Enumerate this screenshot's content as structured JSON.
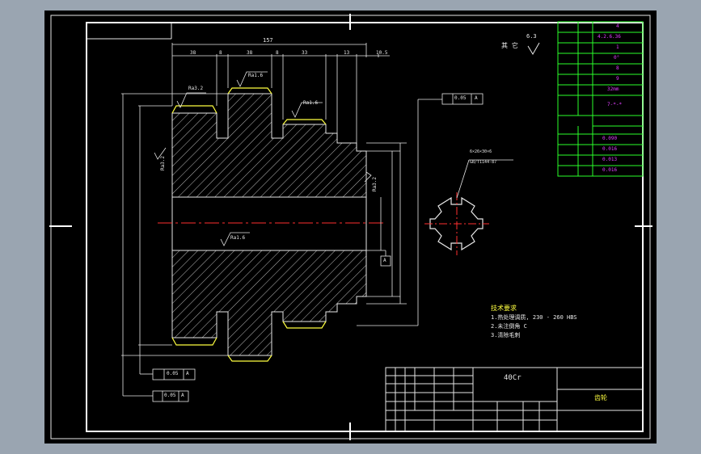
{
  "roughness_note": {
    "label": "其 它",
    "value": "6.3"
  },
  "title_block": {
    "part_name": "齿轮",
    "material": "40Cr"
  },
  "tech_req": {
    "title": "技术要求",
    "lines": [
      "1.热处理调质, 230 - 260 HBS",
      "2.未注倒角 C",
      "3.清除毛刺"
    ]
  },
  "params": {
    "module": "4",
    "teeth": "4.2.6.36",
    "rows": [
      "1",
      "0°",
      "8",
      "9",
      "32mm",
      "7-*-*"
    ],
    "deviations": [
      "0.090",
      "0.016",
      "0.013",
      "0.016"
    ]
  },
  "dims": {
    "overall": "157",
    "seg1": "38",
    "seg2": "8",
    "seg3": "38",
    "seg4": "8",
    "seg5": "33",
    "seg6": "13",
    "seg7": "10.5"
  },
  "tolerances": {
    "top": {
      "value": "0.05",
      "datum": "A"
    },
    "left1": {
      "value": "0.05",
      "datum": "A"
    },
    "left2": {
      "value": "0.05",
      "datum": "A"
    },
    "datum_flag": "A"
  },
  "roughness_marks": [
    "Ra3.2",
    "Ra1.6",
    "Ra1.6",
    "Ra3.2",
    "Ra3.2",
    "Ra1.6"
  ],
  "spline_note": [
    "GB/T1144-87",
    "6×26×30×6"
  ]
}
